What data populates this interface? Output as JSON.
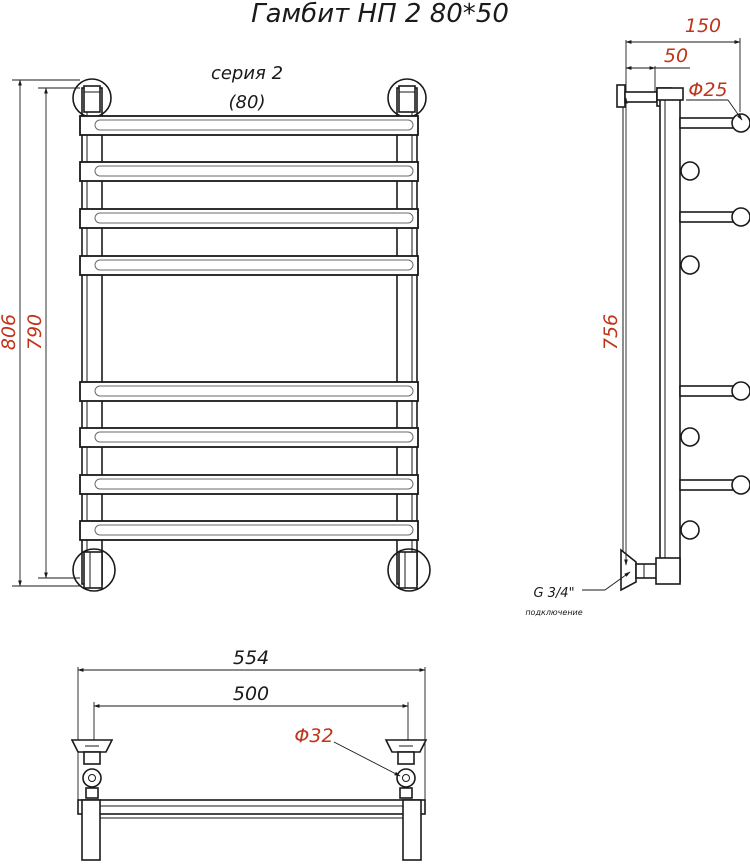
{
  "title": "Гамбит НП 2 80*50",
  "series_label": "серия 2",
  "series_value": "(80)",
  "dimensions": {
    "overall_height": "806",
    "axis_height": "790",
    "side_height": "756",
    "side_depth": "150",
    "side_offset": "50",
    "side_diameter": "Φ25",
    "bottom_width": "554",
    "bottom_axis": "500",
    "bottom_diameter": "Φ32"
  },
  "connection": {
    "thread": "G 3/4\"",
    "note": "подключение"
  },
  "colors": {
    "line": "#1a1a1a",
    "dimension_accent": "#c0341a"
  }
}
